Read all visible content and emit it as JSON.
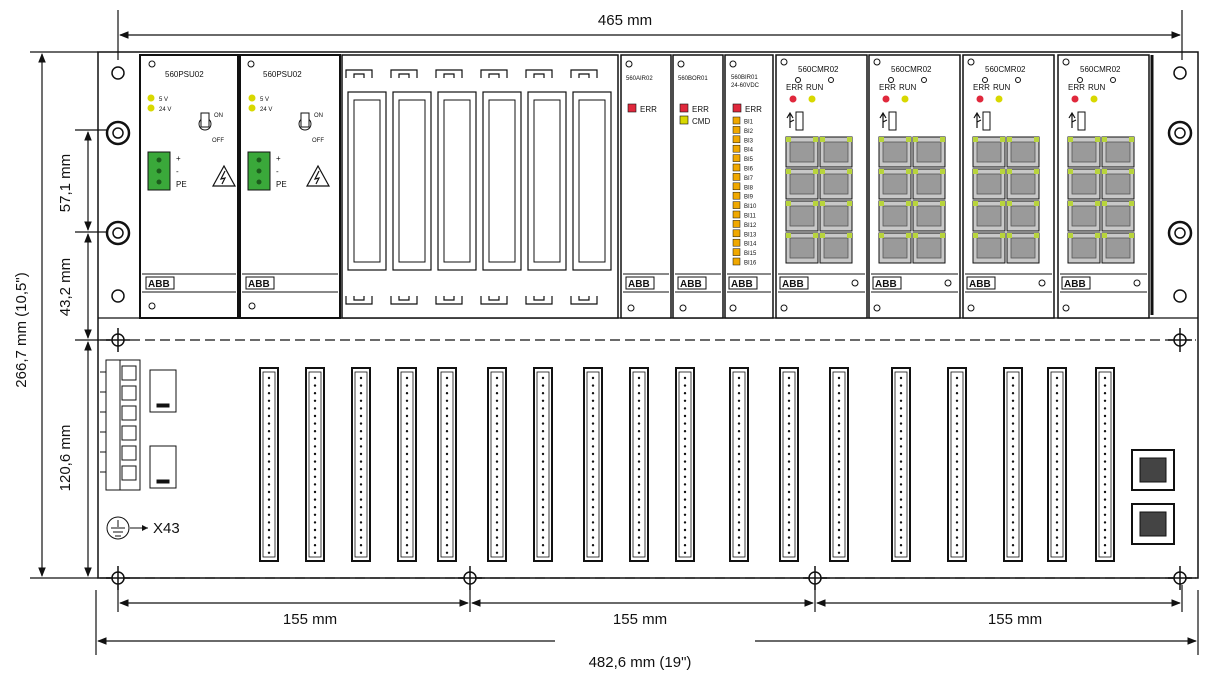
{
  "dimensions": {
    "top_width": "465 mm",
    "overall_width": "482,6 mm   (19\")",
    "bottom_segment_1": "155 mm",
    "bottom_segment_2": "155 mm",
    "bottom_segment_3": "155 mm",
    "height_total": "266,7 mm   (10,5\")",
    "height_upper_a": "57,1 mm",
    "height_upper_b": "43,2 mm",
    "height_lower": "120,6 mm"
  },
  "modules": {
    "psu1": {
      "name": "560PSU02",
      "led1": "5 V",
      "led2": "24 V",
      "on": "ON",
      "off": "OFF",
      "plus": "+",
      "minus": "-",
      "pe": "PE",
      "brand": "ABB"
    },
    "psu2": {
      "name": "560PSU02",
      "led1": "5 V",
      "led2": "24 V",
      "on": "ON",
      "off": "OFF",
      "plus": "+",
      "minus": "-",
      "pe": "PE",
      "brand": "ABB"
    },
    "air": {
      "name": "560AIR02",
      "err": "ERR",
      "brand": "ABB"
    },
    "bor": {
      "name": "560BOR01",
      "err": "ERR",
      "cmd": "CMD",
      "brand": "ABB"
    },
    "bir": {
      "name": "560BIR01",
      "voltage": "24-60VDC",
      "err": "ERR",
      "inputs": [
        "BI1",
        "BI2",
        "BI3",
        "BI4",
        "BI5",
        "BI6",
        "BI7",
        "BI8",
        "BI9",
        "BI10",
        "BI11",
        "BI12",
        "BI13",
        "BI14",
        "BI15",
        "BI16"
      ],
      "brand": "ABB"
    },
    "cmr": [
      {
        "name": "560CMR02",
        "err": "ERR",
        "run": "RUN",
        "brand": "ABB"
      },
      {
        "name": "560CMR02",
        "err": "ERR",
        "run": "RUN",
        "brand": "ABB"
      },
      {
        "name": "560CMR02",
        "err": "ERR",
        "run": "RUN",
        "brand": "ABB"
      },
      {
        "name": "560CMR02",
        "err": "ERR",
        "run": "RUN",
        "brand": "ABB"
      }
    ]
  },
  "connector_label": "X43",
  "colors": {
    "led_red": "#e0283c",
    "led_yellow": "#d8d800",
    "led_green": "#b6d400",
    "led_orange": "#f0a800",
    "terminal_green": "#3aa83a",
    "port_green": "#b8d43c"
  }
}
